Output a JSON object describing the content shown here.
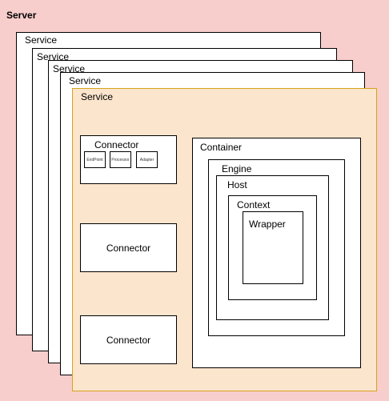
{
  "server": {
    "label": "Server"
  },
  "services": [
    {
      "label": "Service"
    },
    {
      "label": "Service"
    },
    {
      "label": "Service"
    },
    {
      "label": "Service"
    },
    {
      "label": "Service"
    }
  ],
  "connector_main": {
    "label": "Connector",
    "parts": [
      "EndPoint",
      "Processor",
      "Adapter"
    ]
  },
  "connector_2": {
    "label": "Connector"
  },
  "connector_3": {
    "label": "Connector"
  },
  "container": {
    "label": "Container"
  },
  "engine": {
    "label": "Engine"
  },
  "host": {
    "label": "Host"
  },
  "context": {
    "label": "Context"
  },
  "wrapper": {
    "label": "Wrapper"
  },
  "colors": {
    "background": "#f8cecc",
    "front_service_fill": "#fce5cd",
    "front_service_border": "#d6a31a",
    "box_fill": "#ffffff",
    "border": "#000000"
  }
}
